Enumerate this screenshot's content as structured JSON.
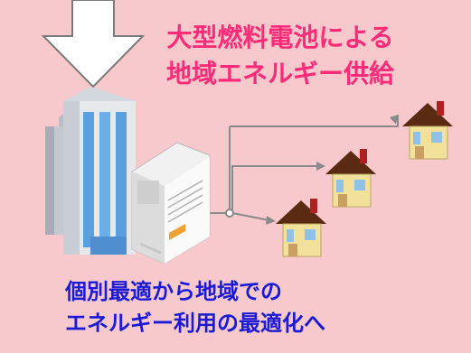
{
  "title": {
    "line1": "大型燃料電池による",
    "line2": "地域エネルギー供給"
  },
  "caption": {
    "line1": "個別最適から地域での",
    "line2": "エネルギー利用の最適化へ"
  },
  "colors": {
    "panel_bg": "#f8c9cc",
    "title_text": "#ff2a78",
    "caption_text": "#1b1bd6",
    "line": "#8a8a8a"
  }
}
